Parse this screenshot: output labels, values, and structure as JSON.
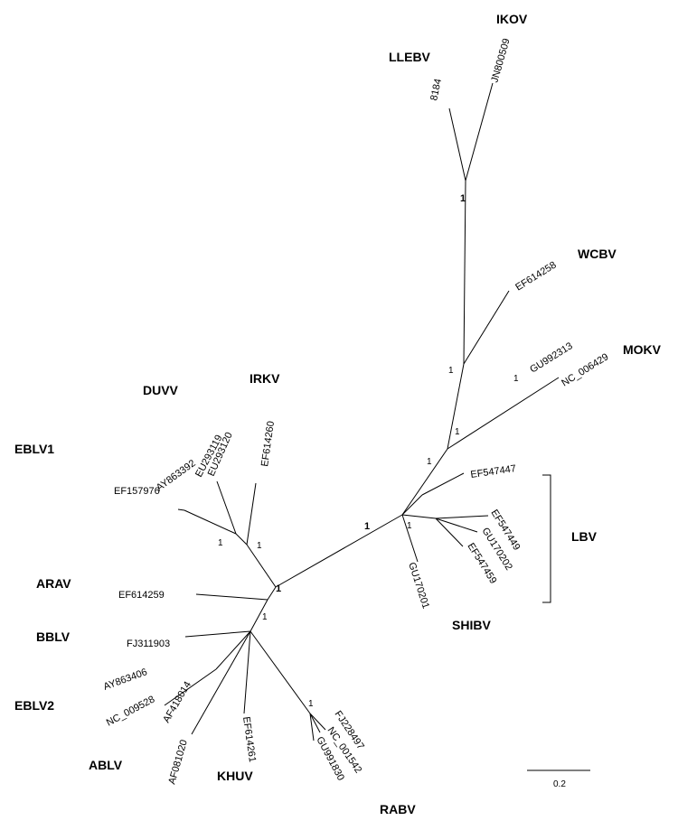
{
  "tree": {
    "clade_labels": {
      "ikov": "IKOV",
      "llebv": "LLEBV",
      "wcbv": "WCBV",
      "mokv": "MOKV",
      "irkv": "IRKV",
      "duvv": "DUVV",
      "eblv1": "EBLV1",
      "arav": "ARAV",
      "bblv": "BBLV",
      "eblv2": "EBLV2",
      "ablv": "ABLV",
      "khuv": "KHUV",
      "rabv": "RABV",
      "lbv": "LBV",
      "shibv": "SHIBV"
    },
    "leaf_labels": {
      "l8184": "8184",
      "jn800509": "JN800509",
      "ef614258": "EF614258",
      "gu992313": "GU992313",
      "nc006429": "NC_006429",
      "ef547447": "EF547447",
      "ef547449": "EF547449",
      "gu170202": "GU170202",
      "ef547459": "EF547459",
      "gu170201": "GU170201",
      "ef614260": "EF614260",
      "eu293120": "EU293120",
      "eu293119": "EU293119",
      "ay863392": "AY863392",
      "ef157976": "EF157976",
      "ef614259": "EF614259",
      "fj311903": "FJ311903",
      "ay863406": "AY863406",
      "nc009528": "NC_009528",
      "af418014": "AF418014",
      "af081020": "AF081020",
      "ef614261": "EF614261",
      "fj228497": "FJ228497",
      "nc001542": "NC_001542",
      "gu991830": "GU991830"
    },
    "support_values": {
      "s_ikov_node": "1",
      "s_wcbv_node": "1",
      "s_mokv_node": "1",
      "s_mokv_inner": "1",
      "s_lower_lbv": "1",
      "s_lbv_node": "1",
      "s_spine": "1",
      "s_irkv": "1",
      "s_eblv1": "1",
      "s_root": "1",
      "s_lower": "1",
      "s_rabv": "1"
    },
    "scale_bar_label": "0.2"
  }
}
